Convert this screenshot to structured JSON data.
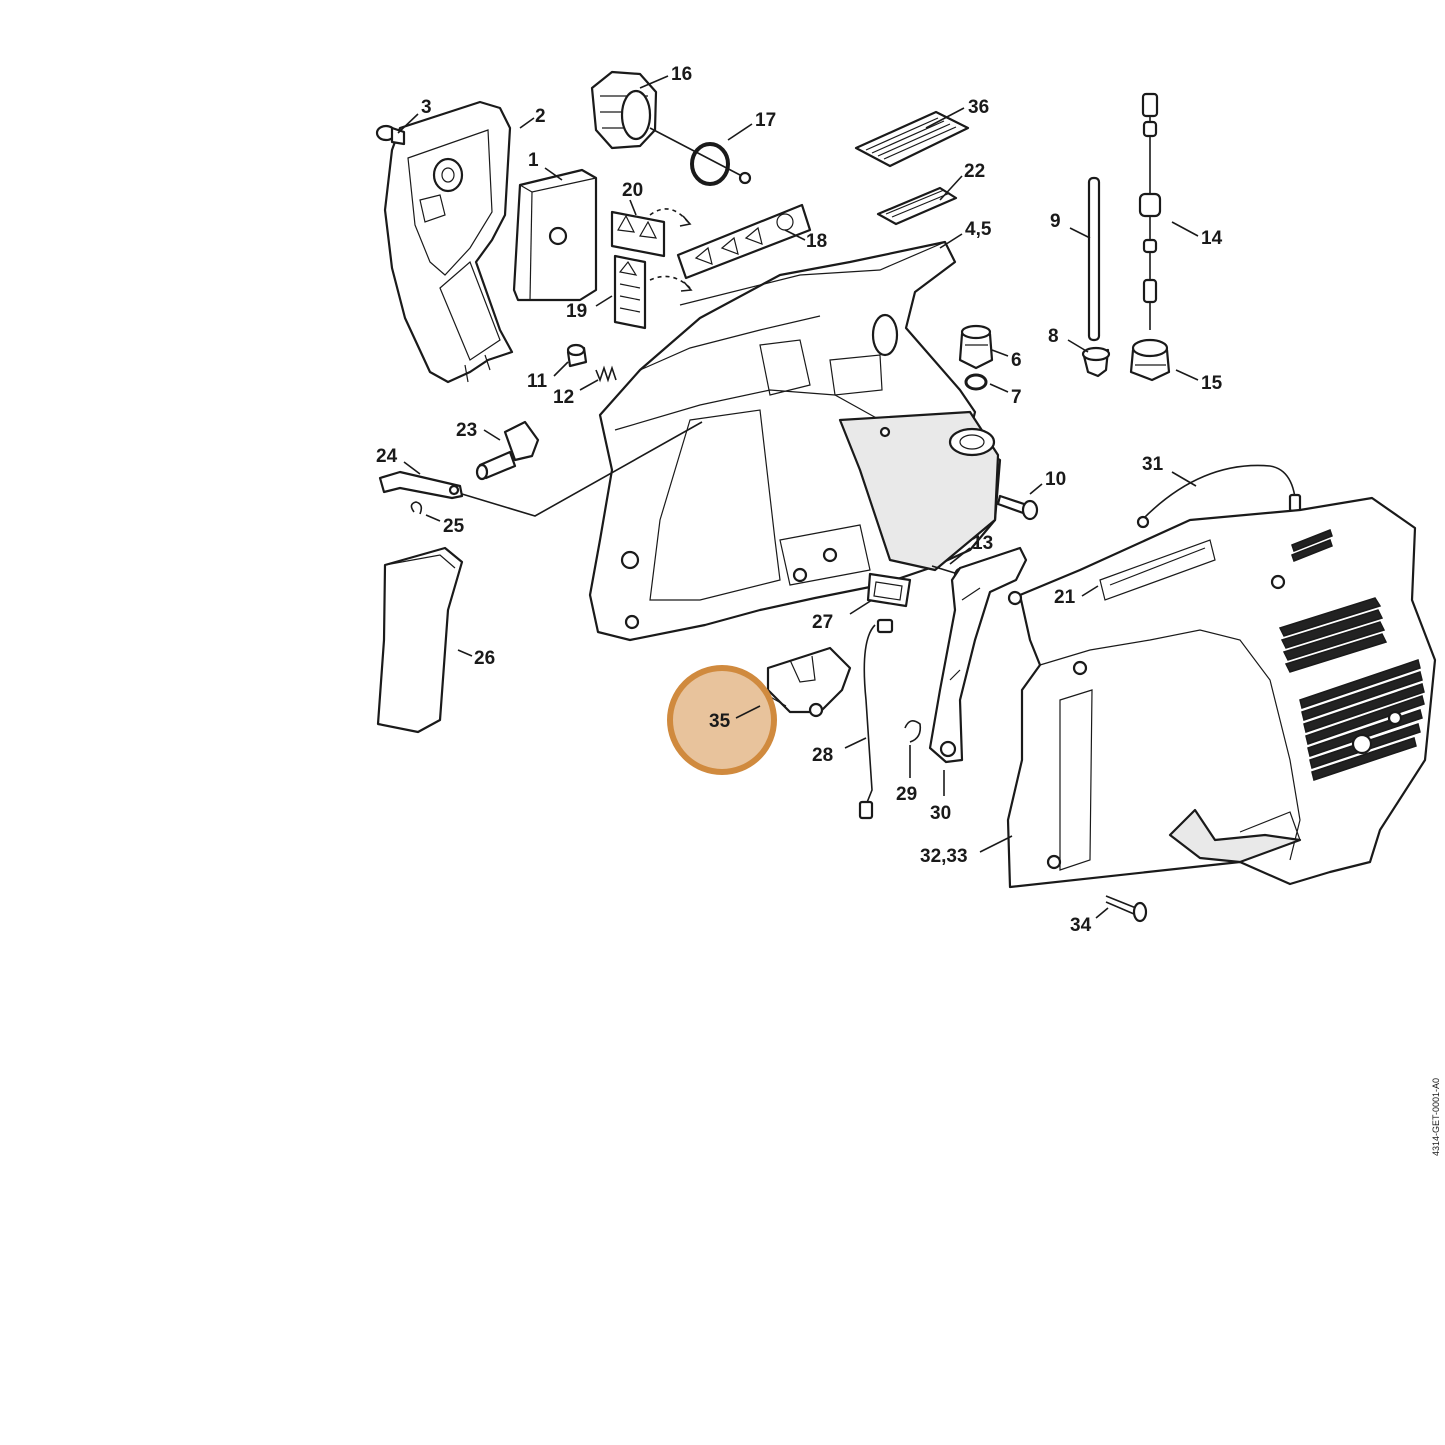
{
  "diagram": {
    "doc_id": "4314-GET-0001-A0",
    "highlight": {
      "label": "35",
      "color": "#d08a3e",
      "fill": "#e8c39c"
    },
    "callouts": [
      {
        "id": "c1",
        "label": "1"
      },
      {
        "id": "c2",
        "label": "2"
      },
      {
        "id": "c3",
        "label": "3"
      },
      {
        "id": "c45",
        "label": "4,5"
      },
      {
        "id": "c6",
        "label": "6"
      },
      {
        "id": "c7",
        "label": "7"
      },
      {
        "id": "c8",
        "label": "8"
      },
      {
        "id": "c9",
        "label": "9"
      },
      {
        "id": "c10",
        "label": "10"
      },
      {
        "id": "c11",
        "label": "11"
      },
      {
        "id": "c12",
        "label": "12"
      },
      {
        "id": "c13",
        "label": "13"
      },
      {
        "id": "c14",
        "label": "14"
      },
      {
        "id": "c15",
        "label": "15"
      },
      {
        "id": "c16",
        "label": "16"
      },
      {
        "id": "c17",
        "label": "17"
      },
      {
        "id": "c18",
        "label": "18"
      },
      {
        "id": "c19",
        "label": "19"
      },
      {
        "id": "c20",
        "label": "20"
      },
      {
        "id": "c21",
        "label": "21"
      },
      {
        "id": "c22",
        "label": "22"
      },
      {
        "id": "c23",
        "label": "23"
      },
      {
        "id": "c24",
        "label": "24"
      },
      {
        "id": "c25",
        "label": "25"
      },
      {
        "id": "c26",
        "label": "26"
      },
      {
        "id": "c27",
        "label": "27"
      },
      {
        "id": "c28",
        "label": "28"
      },
      {
        "id": "c29",
        "label": "29"
      },
      {
        "id": "c30",
        "label": "30"
      },
      {
        "id": "c31",
        "label": "31"
      },
      {
        "id": "c3233",
        "label": "32,33"
      },
      {
        "id": "c34",
        "label": "34"
      },
      {
        "id": "c36",
        "label": "36"
      }
    ]
  }
}
